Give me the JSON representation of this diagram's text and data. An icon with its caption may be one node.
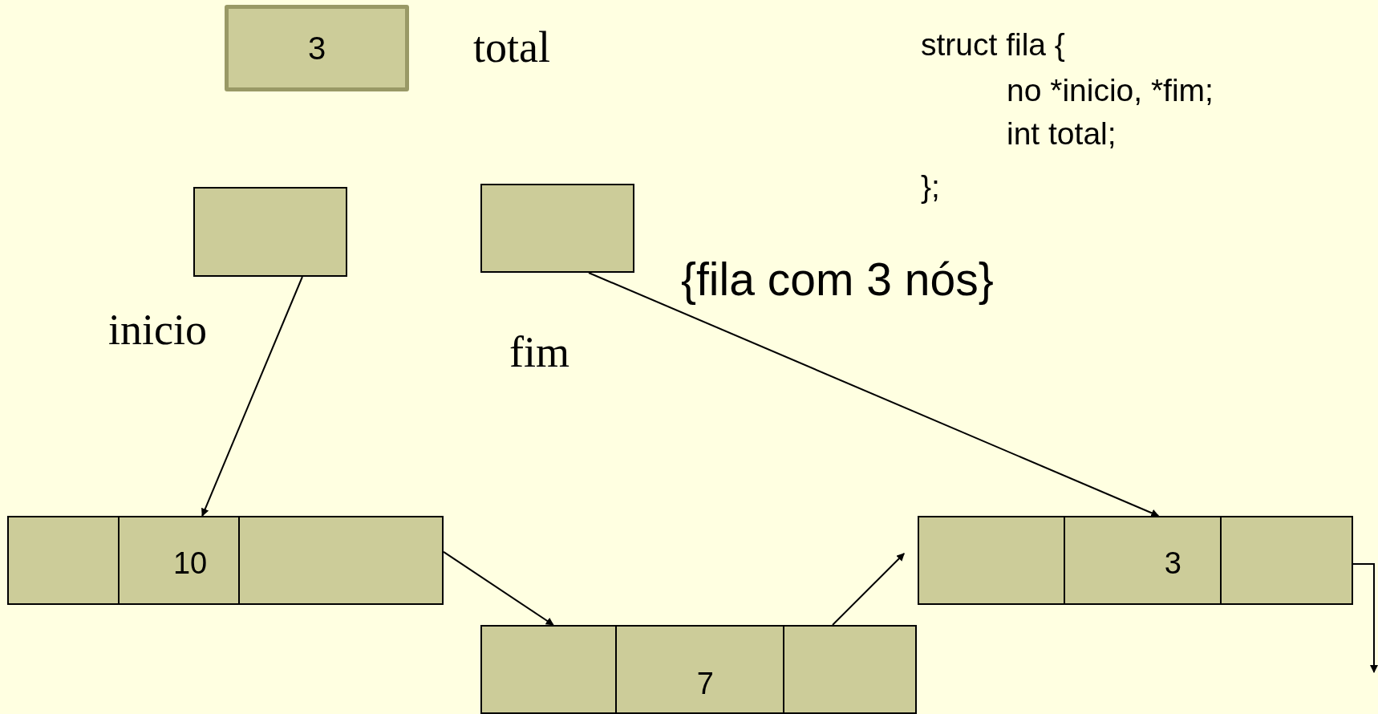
{
  "diagram": {
    "nodes": [
      {
        "text": [
          "3"
        ],
        "beside": [
          "total"
        ]
      },
      {
        "text": [],
        "shape": "box",
        "beside": [
          "inicio"
        ]
      },
      {
        "text": [],
        "shape": "box",
        "beside": [
          "fim"
        ]
      },
      {
        "text": [
          "10"
        ]
      },
      {
        "text": [
          "7"
        ]
      },
      {
        "text": [
          "3"
        ]
      }
    ],
    "edges": [
      {
        "from": 1,
        "to": 3,
        "arrow": "to"
      },
      {
        "from": 2,
        "to": 5,
        "arrow": "to"
      },
      {
        "from": 3,
        "to": 4,
        "arrow": "to"
      },
      {
        "from": 4,
        "to": 5,
        "arrow": "to"
      },
      {
        "from": 5,
        "to": null,
        "arrow": "to"
      }
    ],
    "labels": [
      "struct fila {",
      "no *inicio, *fim;",
      "int total;",
      "};",
      "{fila com 3 nós}"
    ]
  }
}
